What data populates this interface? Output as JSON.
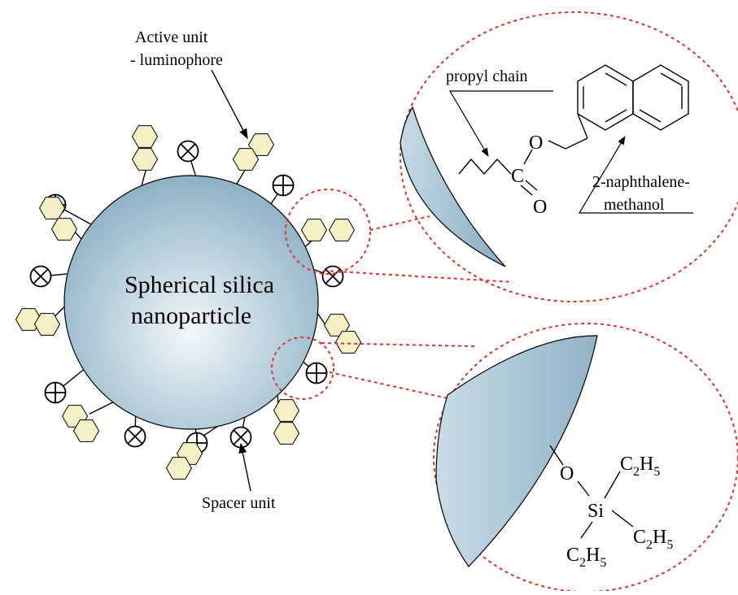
{
  "labels": {
    "active_unit_line1": "Active unit",
    "active_unit_line2": "- luminophore",
    "spacer_unit": "Spacer unit",
    "particle_line1": "Spherical silica",
    "particle_line2": "nanoparticle",
    "propyl_chain": "propyl chain",
    "naphthalene_line1": "2-naphthalene-",
    "naphthalene_line2": "methanol"
  },
  "chem": {
    "oxygen": "O",
    "carbon": "C",
    "silicon": "Si",
    "carbon_sym": "C",
    "hydrogen_sym": "H",
    "sub_2": "2",
    "sub_5": "5"
  },
  "colors": {
    "sphere_center": "#f2f7fa",
    "sphere_edge": "#8fb3c6",
    "hexagon_fill": "#f6f0c6",
    "zoom_circle": "#e0322b",
    "line": "#000000"
  }
}
